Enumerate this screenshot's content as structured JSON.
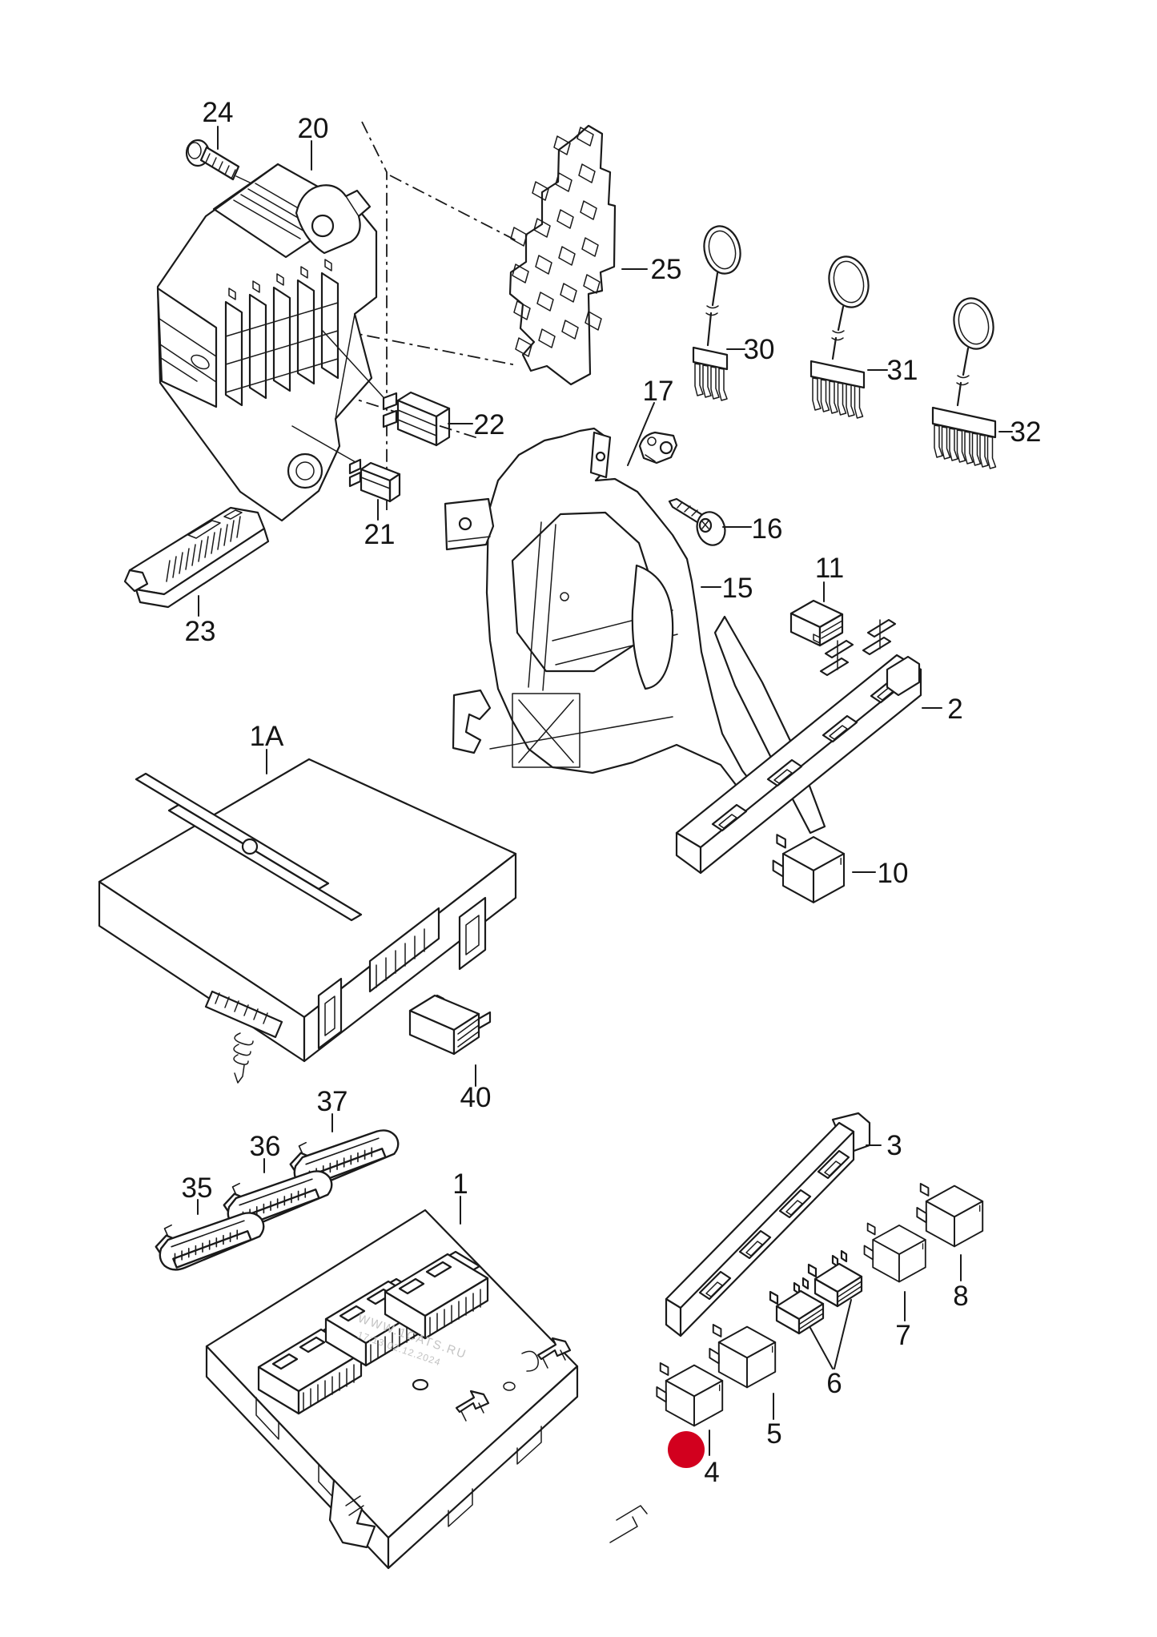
{
  "diagram": {
    "background": "#ffffff",
    "line_color": "#1a1a1a",
    "highlight": {
      "color": "#d2001e",
      "marked_part": "4"
    },
    "watermark": {
      "line1": "WWW.1CATS.RU",
      "line2": "17:13 02.12.2024",
      "color": "#c3c3c3"
    },
    "parts": {
      "1": {
        "label": "1"
      },
      "1A": {
        "label": "1A"
      },
      "2": {
        "label": "2"
      },
      "3": {
        "label": "3"
      },
      "4": {
        "label": "4"
      },
      "5": {
        "label": "5"
      },
      "6": {
        "label": "6"
      },
      "7": {
        "label": "7"
      },
      "8": {
        "label": "8"
      },
      "10": {
        "label": "10"
      },
      "11": {
        "label": "11"
      },
      "15": {
        "label": "15"
      },
      "16": {
        "label": "16"
      },
      "17": {
        "label": "17"
      },
      "20": {
        "label": "20"
      },
      "21": {
        "label": "21"
      },
      "22": {
        "label": "22"
      },
      "23": {
        "label": "23"
      },
      "24": {
        "label": "24"
      },
      "25": {
        "label": "25"
      },
      "30": {
        "label": "30"
      },
      "31": {
        "label": "31"
      },
      "32": {
        "label": "32"
      },
      "35": {
        "label": "35"
      },
      "36": {
        "label": "36"
      },
      "37": {
        "label": "37"
      },
      "40": {
        "label": "40"
      }
    }
  }
}
